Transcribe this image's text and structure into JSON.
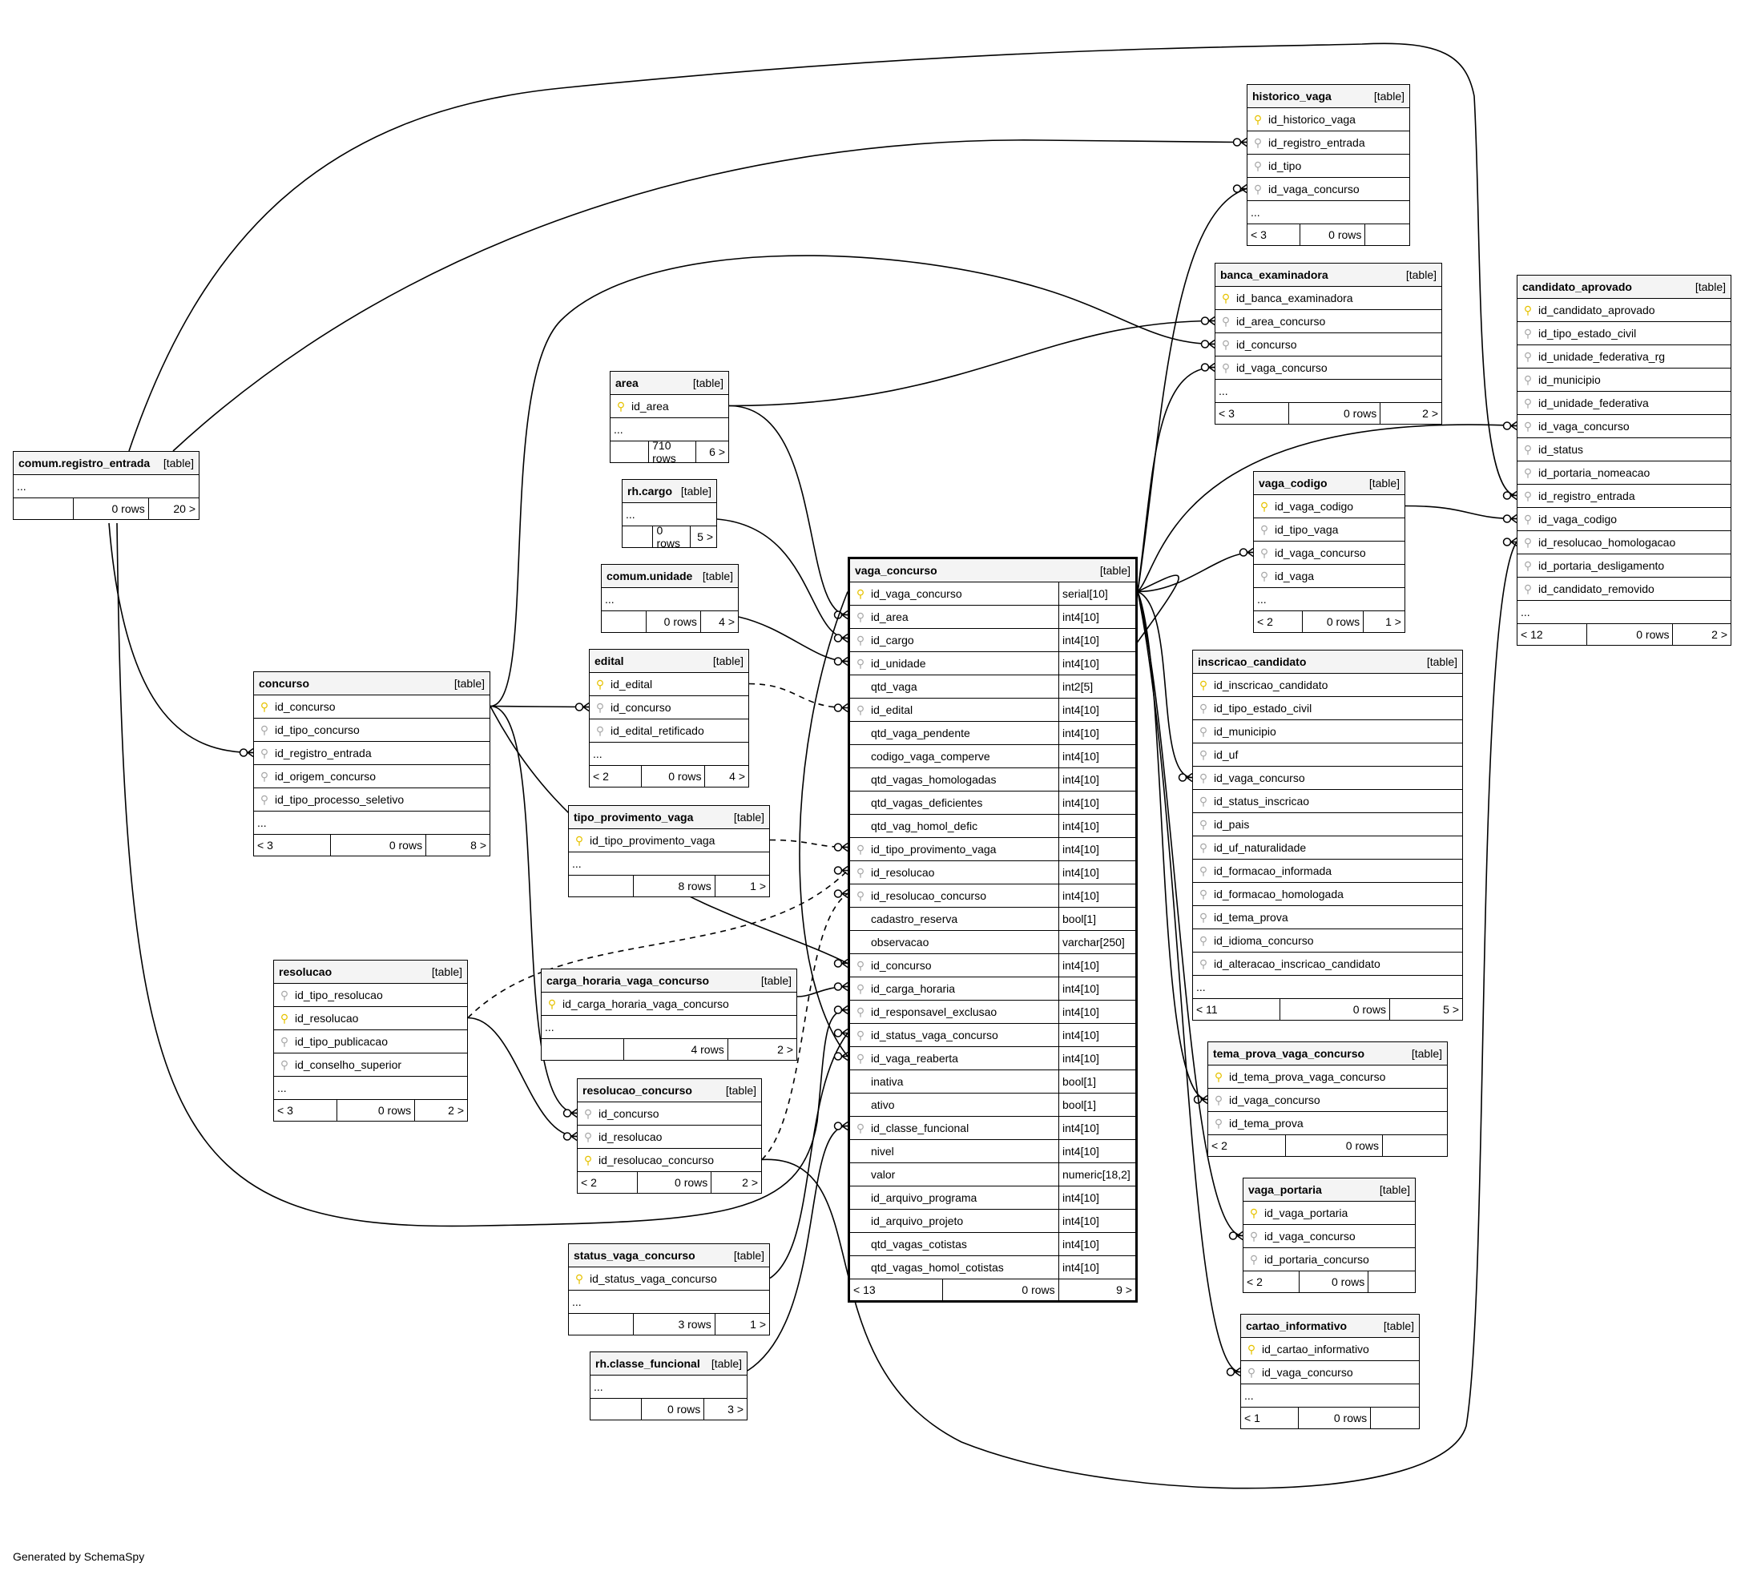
{
  "footer": {
    "generated_by": "Generated by SchemaSpy"
  },
  "table_tag": "[table]",
  "tables": [
    {
      "id": "vaga_concurso",
      "name": "vaga_concurso",
      "focus": true,
      "columns": [
        {
          "name": "id_vaga_concurso",
          "key": "pk",
          "type": "serial[10]"
        },
        {
          "name": "id_area",
          "key": "fk",
          "type": "int4[10]"
        },
        {
          "name": "id_cargo",
          "key": "fk",
          "type": "int4[10]"
        },
        {
          "name": "id_unidade",
          "key": "fk",
          "type": "int4[10]"
        },
        {
          "name": "qtd_vaga",
          "key": "none",
          "type": "int2[5]"
        },
        {
          "name": "id_edital",
          "key": "fk",
          "type": "int4[10]"
        },
        {
          "name": "qtd_vaga_pendente",
          "key": "none",
          "type": "int4[10]"
        },
        {
          "name": "codigo_vaga_comperve",
          "key": "none",
          "type": "int4[10]"
        },
        {
          "name": "qtd_vagas_homologadas",
          "key": "none",
          "type": "int4[10]"
        },
        {
          "name": "qtd_vagas_deficientes",
          "key": "none",
          "type": "int4[10]"
        },
        {
          "name": "qtd_vag_homol_defic",
          "key": "none",
          "type": "int4[10]"
        },
        {
          "name": "id_tipo_provimento_vaga",
          "key": "fk",
          "type": "int4[10]"
        },
        {
          "name": "id_resolucao",
          "key": "fk",
          "type": "int4[10]"
        },
        {
          "name": "id_resolucao_concurso",
          "key": "fk",
          "type": "int4[10]"
        },
        {
          "name": "cadastro_reserva",
          "key": "none",
          "type": "bool[1]"
        },
        {
          "name": "observacao",
          "key": "none",
          "type": "varchar[250]"
        },
        {
          "name": "id_concurso",
          "key": "fk",
          "type": "int4[10]"
        },
        {
          "name": "id_carga_horaria",
          "key": "fk",
          "type": "int4[10]"
        },
        {
          "name": "id_responsavel_exclusao",
          "key": "fk",
          "type": "int4[10]"
        },
        {
          "name": "id_status_vaga_concurso",
          "key": "fk",
          "type": "int4[10]"
        },
        {
          "name": "id_vaga_reaberta",
          "key": "fk",
          "type": "int4[10]"
        },
        {
          "name": "inativa",
          "key": "none",
          "type": "bool[1]"
        },
        {
          "name": "ativo",
          "key": "none",
          "type": "bool[1]"
        },
        {
          "name": "id_classe_funcional",
          "key": "fk",
          "type": "int4[10]"
        },
        {
          "name": "nivel",
          "key": "none",
          "type": "int4[10]"
        },
        {
          "name": "valor",
          "key": "none",
          "type": "numeric[18,2]"
        },
        {
          "name": "id_arquivo_programa",
          "key": "none",
          "type": "int4[10]"
        },
        {
          "name": "id_arquivo_projeto",
          "key": "none",
          "type": "int4[10]"
        },
        {
          "name": "qtd_vagas_cotistas",
          "key": "none",
          "type": "int4[10]"
        },
        {
          "name": "qtd_vagas_homol_cotistas",
          "key": "none",
          "type": "int4[10]"
        }
      ],
      "ellipsis": false,
      "footer": [
        "< 13",
        "0 rows",
        "9 >"
      ]
    },
    {
      "id": "historico_vaga",
      "name": "historico_vaga",
      "columns": [
        {
          "name": "id_historico_vaga",
          "key": "pk"
        },
        {
          "name": "id_registro_entrada",
          "key": "fk"
        },
        {
          "name": "id_tipo",
          "key": "fk"
        },
        {
          "name": "id_vaga_concurso",
          "key": "fk"
        }
      ],
      "ellipsis": true,
      "footer": [
        "< 3",
        "0 rows",
        ""
      ]
    },
    {
      "id": "banca_examinadora",
      "name": "banca_examinadora",
      "columns": [
        {
          "name": "id_banca_examinadora",
          "key": "pk"
        },
        {
          "name": "id_area_concurso",
          "key": "fk"
        },
        {
          "name": "id_concurso",
          "key": "fk"
        },
        {
          "name": "id_vaga_concurso",
          "key": "fk"
        }
      ],
      "ellipsis": true,
      "footer": [
        "< 3",
        "0 rows",
        "2 >"
      ]
    },
    {
      "id": "candidato_aprovado",
      "name": "candidato_aprovado",
      "columns": [
        {
          "name": "id_candidato_aprovado",
          "key": "pk"
        },
        {
          "name": "id_tipo_estado_civil",
          "key": "fk"
        },
        {
          "name": "id_unidade_federativa_rg",
          "key": "fk"
        },
        {
          "name": "id_municipio",
          "key": "fk"
        },
        {
          "name": "id_unidade_federativa",
          "key": "fk"
        },
        {
          "name": "id_vaga_concurso",
          "key": "fk"
        },
        {
          "name": "id_status",
          "key": "fk"
        },
        {
          "name": "id_portaria_nomeacao",
          "key": "fk"
        },
        {
          "name": "id_registro_entrada",
          "key": "fk"
        },
        {
          "name": "id_vaga_codigo",
          "key": "fk"
        },
        {
          "name": "id_resolucao_homologacao",
          "key": "fk"
        },
        {
          "name": "id_portaria_desligamento",
          "key": "fk"
        },
        {
          "name": "id_candidato_removido",
          "key": "fk"
        }
      ],
      "ellipsis": true,
      "footer": [
        "< 12",
        "0 rows",
        "2 >"
      ]
    },
    {
      "id": "vaga_codigo",
      "name": "vaga_codigo",
      "columns": [
        {
          "name": "id_vaga_codigo",
          "key": "pk"
        },
        {
          "name": "id_tipo_vaga",
          "key": "fk"
        },
        {
          "name": "id_vaga_concurso",
          "key": "fk"
        },
        {
          "name": "id_vaga",
          "key": "fk"
        }
      ],
      "ellipsis": true,
      "footer": [
        "< 2",
        "0 rows",
        "1 >"
      ]
    },
    {
      "id": "inscricao_candidato",
      "name": "inscricao_candidato",
      "columns": [
        {
          "name": "id_inscricao_candidato",
          "key": "pk"
        },
        {
          "name": "id_tipo_estado_civil",
          "key": "fk"
        },
        {
          "name": "id_municipio",
          "key": "fk"
        },
        {
          "name": "id_uf",
          "key": "fk"
        },
        {
          "name": "id_vaga_concurso",
          "key": "fk"
        },
        {
          "name": "id_status_inscricao",
          "key": "fk"
        },
        {
          "name": "id_pais",
          "key": "fk"
        },
        {
          "name": "id_uf_naturalidade",
          "key": "fk"
        },
        {
          "name": "id_formacao_informada",
          "key": "fk"
        },
        {
          "name": "id_formacao_homologada",
          "key": "fk"
        },
        {
          "name": "id_tema_prova",
          "key": "fk"
        },
        {
          "name": "id_idioma_concurso",
          "key": "fk"
        },
        {
          "name": "id_alteracao_inscricao_candidato",
          "key": "fk"
        }
      ],
      "ellipsis": true,
      "footer": [
        "< 11",
        "0 rows",
        "5 >"
      ]
    },
    {
      "id": "tema_prova_vaga_concurso",
      "name": "tema_prova_vaga_concurso",
      "columns": [
        {
          "name": "id_tema_prova_vaga_concurso",
          "key": "pk"
        },
        {
          "name": "id_vaga_concurso",
          "key": "fk"
        },
        {
          "name": "id_tema_prova",
          "key": "fk"
        }
      ],
      "ellipsis": false,
      "footer": [
        "< 2",
        "0 rows",
        ""
      ]
    },
    {
      "id": "vaga_portaria",
      "name": "vaga_portaria",
      "columns": [
        {
          "name": "id_vaga_portaria",
          "key": "pk"
        },
        {
          "name": "id_vaga_concurso",
          "key": "fk"
        },
        {
          "name": "id_portaria_concurso",
          "key": "fk"
        }
      ],
      "ellipsis": false,
      "footer": [
        "< 2",
        "0 rows",
        ""
      ]
    },
    {
      "id": "cartao_informativo",
      "name": "cartao_informativo",
      "columns": [
        {
          "name": "id_cartao_informativo",
          "key": "pk"
        },
        {
          "name": "id_vaga_concurso",
          "key": "fk"
        }
      ],
      "ellipsis": true,
      "footer": [
        "< 1",
        "0 rows",
        ""
      ]
    },
    {
      "id": "comum_registro_entrada",
      "name": "comum.registro_entrada",
      "columns": [],
      "ellipsis": true,
      "footer": [
        "",
        "0 rows",
        "20 >"
      ]
    },
    {
      "id": "area",
      "name": "area",
      "columns": [
        {
          "name": "id_area",
          "key": "pk"
        }
      ],
      "ellipsis": true,
      "footer": [
        "",
        "710 rows",
        "6 >"
      ]
    },
    {
      "id": "rh_cargo",
      "name": "rh.cargo",
      "columns": [],
      "ellipsis": true,
      "footer": [
        "",
        "0 rows",
        "5 >"
      ]
    },
    {
      "id": "comum_unidade",
      "name": "comum.unidade",
      "columns": [],
      "ellipsis": true,
      "footer": [
        "",
        "0 rows",
        "4 >"
      ]
    },
    {
      "id": "edital",
      "name": "edital",
      "columns": [
        {
          "name": "id_edital",
          "key": "pk"
        },
        {
          "name": "id_concurso",
          "key": "fk"
        },
        {
          "name": "id_edital_retificado",
          "key": "fk"
        }
      ],
      "ellipsis": true,
      "footer": [
        "< 2",
        "0 rows",
        "4 >"
      ]
    },
    {
      "id": "concurso",
      "name": "concurso",
      "columns": [
        {
          "name": "id_concurso",
          "key": "pk"
        },
        {
          "name": "id_tipo_concurso",
          "key": "fk"
        },
        {
          "name": "id_registro_entrada",
          "key": "fk"
        },
        {
          "name": "id_origem_concurso",
          "key": "fk"
        },
        {
          "name": "id_tipo_processo_seletivo",
          "key": "fk"
        }
      ],
      "ellipsis": true,
      "footer": [
        "< 3",
        "0 rows",
        "8 >"
      ]
    },
    {
      "id": "tipo_provimento_vaga",
      "name": "tipo_provimento_vaga",
      "columns": [
        {
          "name": "id_tipo_provimento_vaga",
          "key": "pk"
        }
      ],
      "ellipsis": true,
      "footer": [
        "",
        "8 rows",
        "1 >"
      ]
    },
    {
      "id": "resolucao",
      "name": "resolucao",
      "columns": [
        {
          "name": "id_tipo_resolucao",
          "key": "fk"
        },
        {
          "name": "id_resolucao",
          "key": "pk"
        },
        {
          "name": "id_tipo_publicacao",
          "key": "fk"
        },
        {
          "name": "id_conselho_superior",
          "key": "fk"
        }
      ],
      "ellipsis": true,
      "footer": [
        "< 3",
        "0 rows",
        "2 >"
      ]
    },
    {
      "id": "carga_horaria_vaga_concurso",
      "name": "carga_horaria_vaga_concurso",
      "columns": [
        {
          "name": "id_carga_horaria_vaga_concurso",
          "key": "pk"
        }
      ],
      "ellipsis": true,
      "footer": [
        "",
        "4 rows",
        "2 >"
      ]
    },
    {
      "id": "resolucao_concurso",
      "name": "resolucao_concurso",
      "columns": [
        {
          "name": "id_concurso",
          "key": "fk"
        },
        {
          "name": "id_resolucao",
          "key": "fk"
        },
        {
          "name": "id_resolucao_concurso",
          "key": "pk"
        }
      ],
      "ellipsis": false,
      "footer": [
        "< 2",
        "0 rows",
        "2 >"
      ]
    },
    {
      "id": "status_vaga_concurso",
      "name": "status_vaga_concurso",
      "columns": [
        {
          "name": "id_status_vaga_concurso",
          "key": "pk"
        }
      ],
      "ellipsis": true,
      "footer": [
        "",
        "3 rows",
        "1 >"
      ]
    },
    {
      "id": "rh_classe_funcional",
      "name": "rh.classe_funcional",
      "columns": [],
      "ellipsis": true,
      "footer": [
        "",
        "0 rows",
        "3 >"
      ]
    }
  ]
}
